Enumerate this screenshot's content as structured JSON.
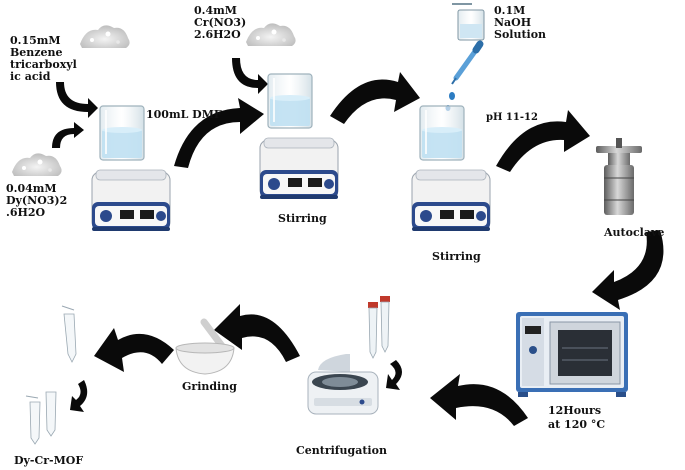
{
  "labels": {
    "benzene": [
      "0.15mM",
      "Benzene",
      "tricarboxyl",
      "ic acid"
    ],
    "dysprosium": [
      "0.04mM",
      "Dy(NO3)2",
      ".6H2O"
    ],
    "dmf": "100mL DMF",
    "chromium": [
      "0.4mM",
      "Cr(NO3)",
      "2.6H2O"
    ],
    "naoh": [
      "0.1M",
      "NaOH",
      "Solution"
    ],
    "ph": "pH 11-12",
    "stirring_1": "Stirring",
    "stirring_2": "Stirring",
    "autoclave": "Autoclave",
    "oven_condition": [
      "12Hours",
      "at 120 °C"
    ],
    "centrifugation": "Centrifugation",
    "grinding": "Grinding",
    "product": "Dy-Cr-MOF"
  },
  "colors": {
    "arrow": "#0a0a0a",
    "stirrer_body": "#f2f2f2",
    "stirrer_panel": "#2c4a8c",
    "solution": "#bfe0f2",
    "oven_blue": "#3a6fb5",
    "tube_cap_red": "#c0392b",
    "metal": "#8a8a8a"
  }
}
